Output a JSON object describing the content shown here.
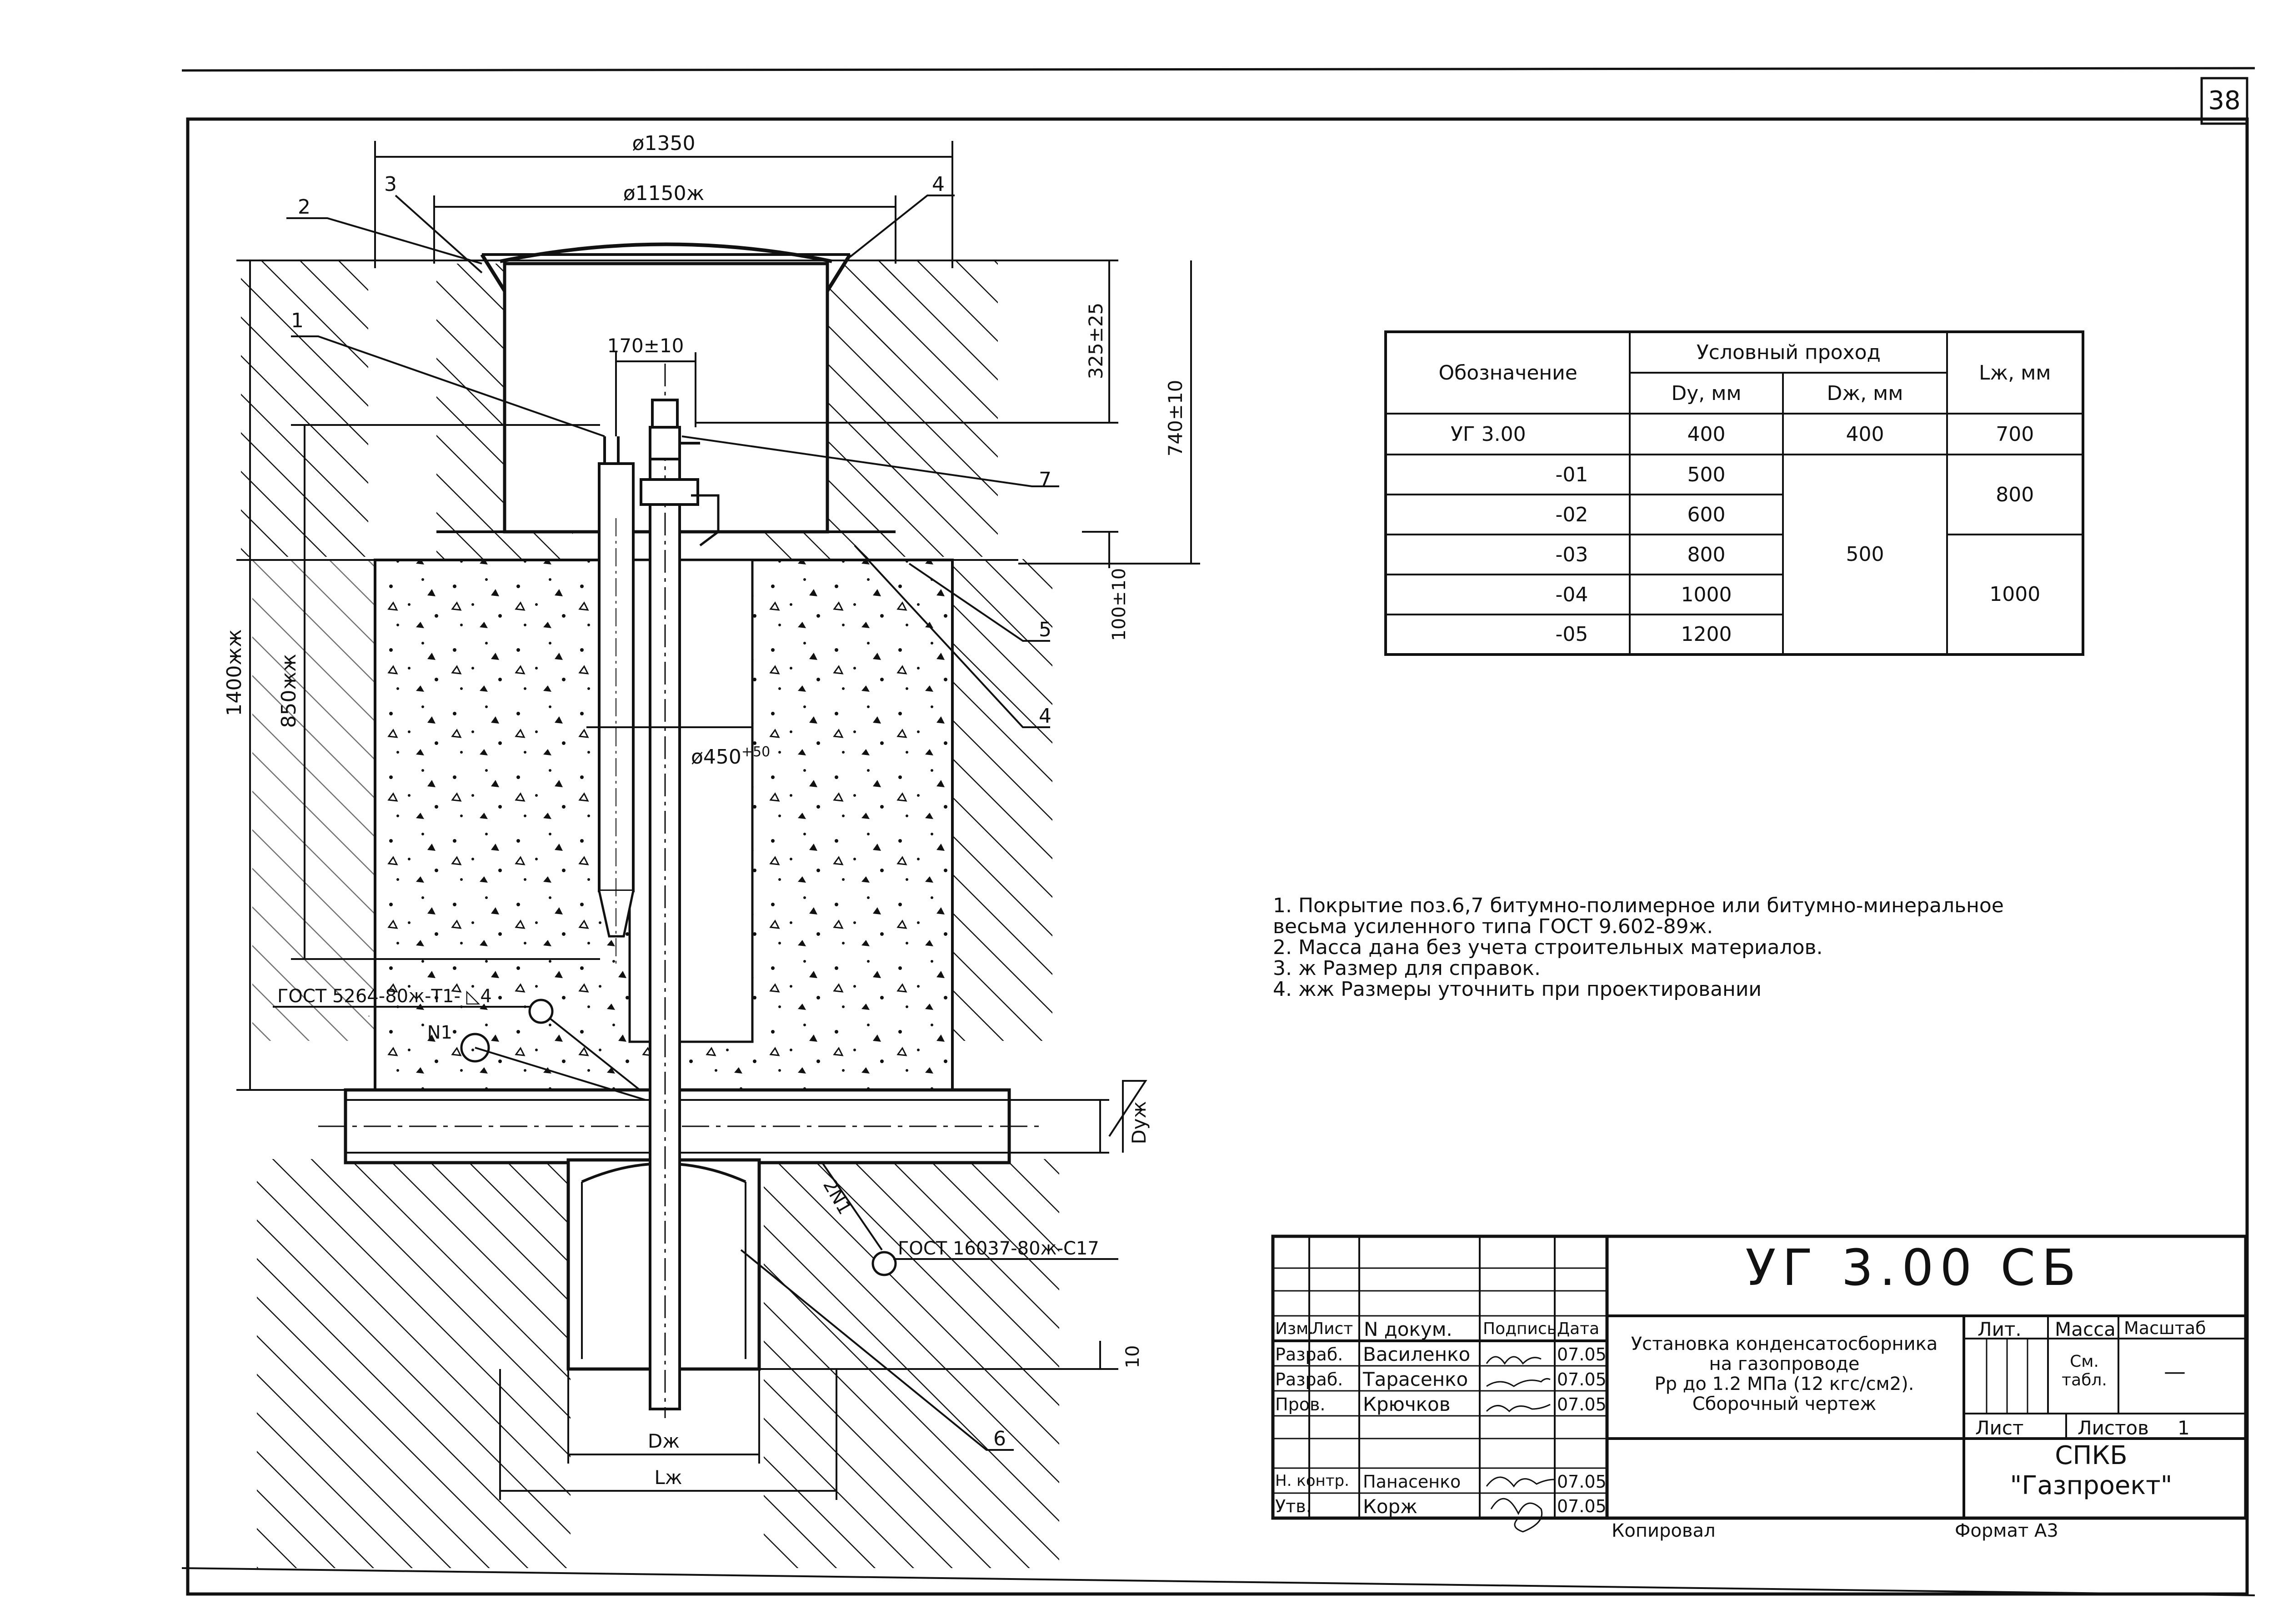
{
  "page_number": "38",
  "dimensions": {
    "d1350": "ø1350",
    "d1150": "ø1150ж",
    "d170": "170±10",
    "d325": "325±25",
    "d740": "740±10",
    "d100": "100±10",
    "d1400": "1400жж",
    "d850": "850жж",
    "d450": "ø450",
    "d450_tol": "+50",
    "dy": "Dyж",
    "d10": "10",
    "dD": "Dж",
    "dL": "Lж",
    "n1": "N1",
    "n2": "2N1"
  },
  "callouts": [
    "1",
    "2",
    "3",
    "4",
    "4",
    "5",
    "6",
    "7"
  ],
  "weld_notes": {
    "top": "ГОСТ 5264-80ж-Т1-",
    "top_size": "4",
    "bottom": "ГОСТ 16037-80ж-С17"
  },
  "spec_table": {
    "h_designation": "Обозначение",
    "h_passage": "Условный проход",
    "h_dy": "Dy, мм",
    "h_d": "Dж, мм",
    "h_l": "Lж, мм",
    "rows": [
      {
        "name": "УГ 3.00",
        "dy": "400",
        "d": "400",
        "l": "700"
      },
      {
        "name": "-01",
        "dy": "500"
      },
      {
        "name": "-02",
        "dy": "600"
      },
      {
        "name": "-03",
        "dy": "800"
      },
      {
        "name": "-04",
        "dy": "1000"
      },
      {
        "name": "-05",
        "dy": "1200"
      }
    ],
    "d_merged": "500",
    "l_merged_1": "800",
    "l_merged_2": "1000"
  },
  "notes": [
    "1. Покрытие поз.6,7 битумно-полимерное или битумно-минеральное",
    "весьма усиленного типа ГОСТ 9.602-89ж.",
    "2. Масса дана без учета строительных материалов.",
    "3. ж Размер для справок.",
    "4. жж Размеры уточнить при проектировании"
  ],
  "title_block": {
    "code": "УГ 3.00 СБ",
    "title_lines": [
      "Установка конденсатосборника",
      "на газопроводе",
      "Рр до 1.2 МПа (12 кгс/см2).",
      "Сборочный чертеж"
    ],
    "h_izm": "Изм.",
    "h_list": "Лист",
    "h_ndoc": "N докум.",
    "h_sign": "Подпись",
    "h_date": "Дата",
    "lit": "Лит.",
    "mass": "Масса",
    "scale": "Масштаб",
    "mass_value": "См. табл.",
    "scale_value": "—",
    "sheet": "Лист",
    "sheets": "Листов",
    "sheets_count": "1",
    "staff": [
      {
        "role": "Разраб.",
        "name": "Василенко",
        "date": "07.05"
      },
      {
        "role": "Разраб.",
        "name": "Тарасенко",
        "date": "07.05"
      },
      {
        "role": "Пров.",
        "name": "Крючков",
        "date": "07.05"
      },
      {
        "role": "Н. контр.",
        "name": "Панасенко",
        "date": "07.05"
      },
      {
        "role": "Утв.",
        "name": "Корж",
        "date": "07.05"
      }
    ],
    "org_line1": "СПКБ",
    "org_line2": "\"Газпроект\"",
    "copied": "Копировал",
    "format": "Формат А3"
  }
}
